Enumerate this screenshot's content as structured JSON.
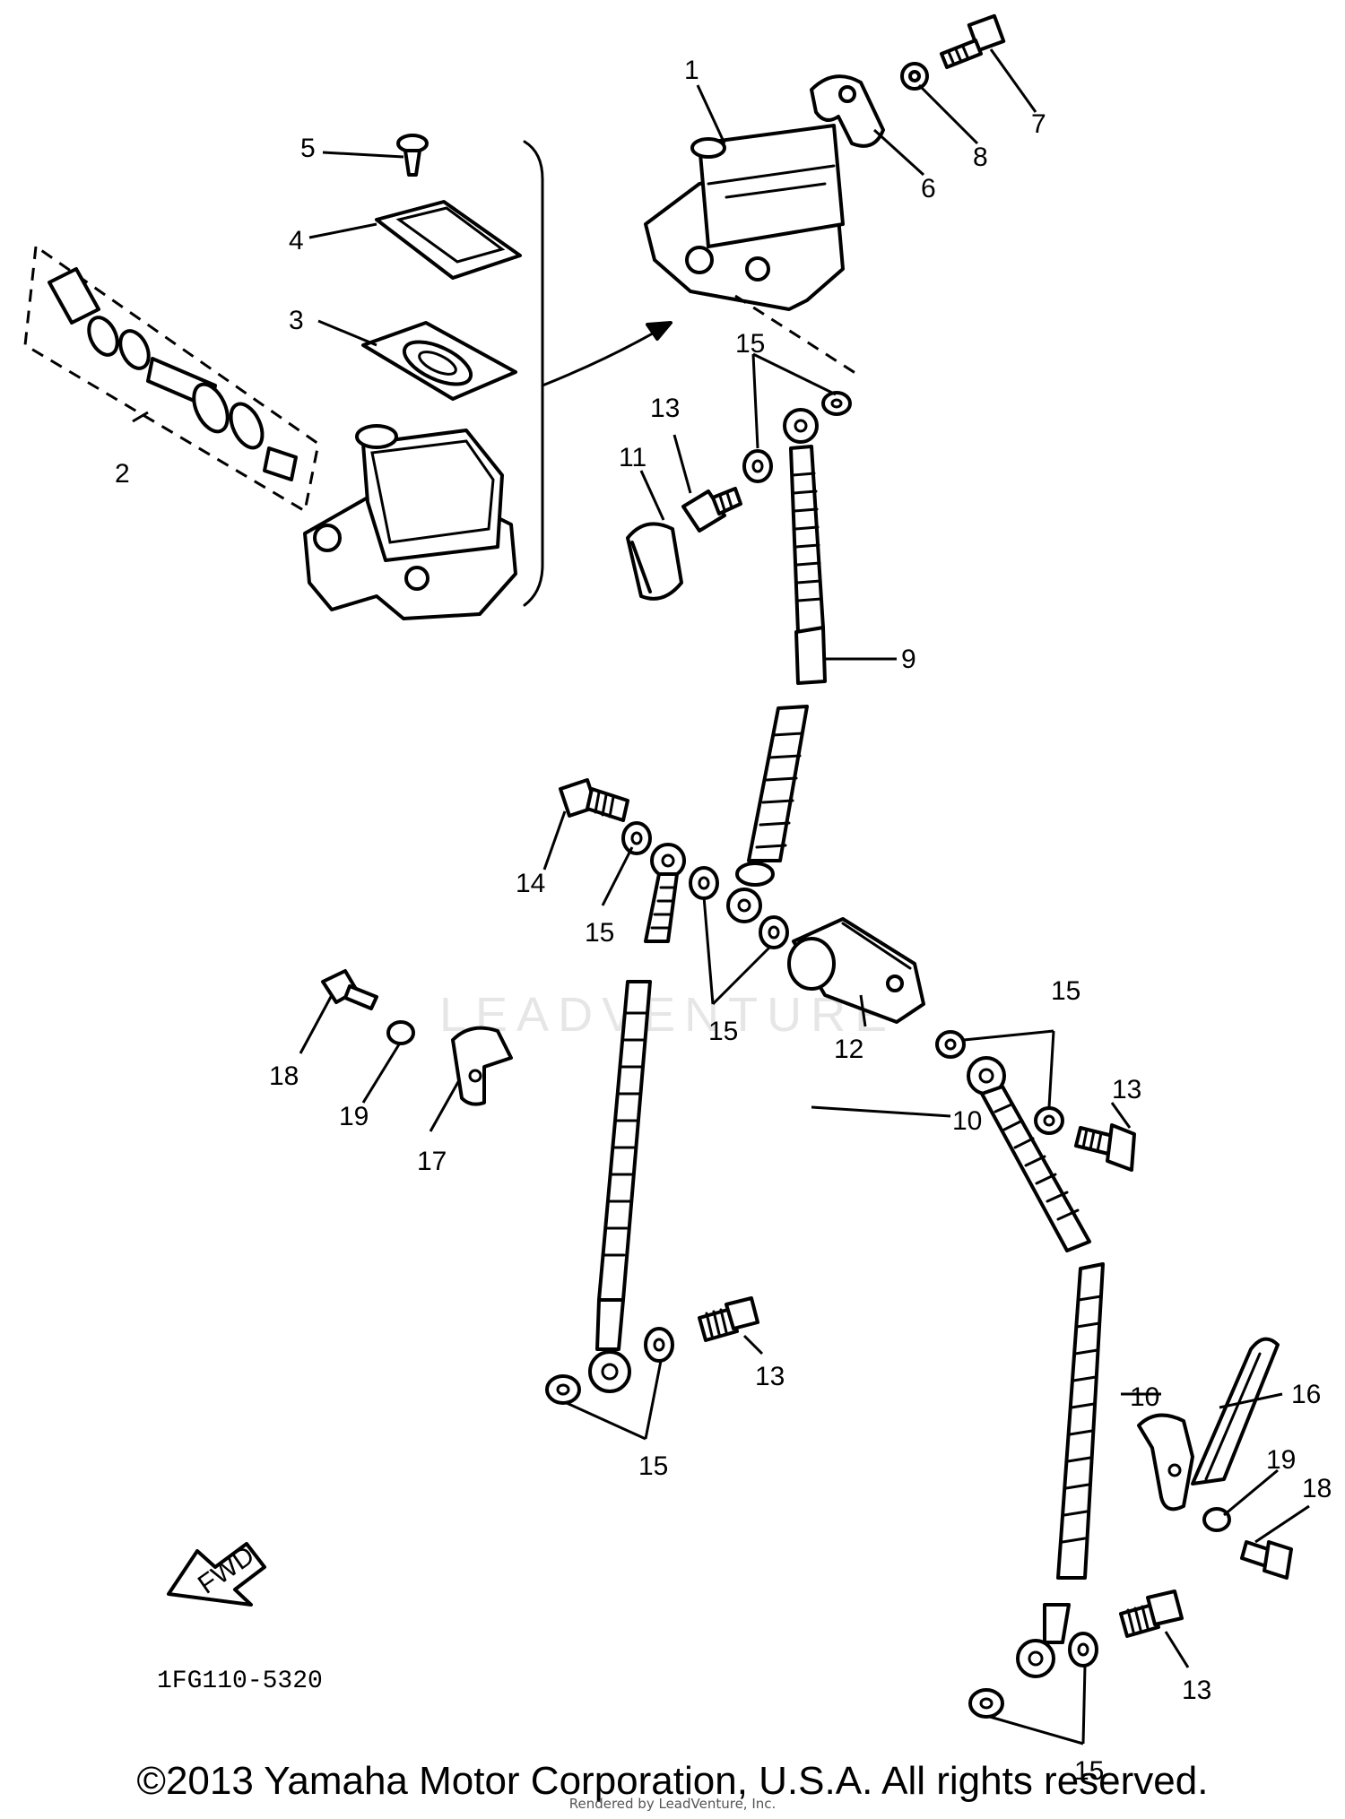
{
  "callouts": {
    "c1": "1",
    "c2": "2",
    "c3": "3",
    "c4": "4",
    "c5": "5",
    "c6": "6",
    "c7": "7",
    "c8": "8",
    "c9": "9",
    "c10a": "10",
    "c10b": "10",
    "c11": "11",
    "c12": "12",
    "c13a": "13",
    "c13b": "13",
    "c13c": "13",
    "c13d": "13",
    "c14": "14",
    "c15a": "15",
    "c15b": "15",
    "c15c": "15",
    "c15d": "15",
    "c15e": "15",
    "c15f": "15",
    "c16": "16",
    "c17": "17",
    "c18a": "18",
    "c18b": "18",
    "c19a": "19",
    "c19b": "19"
  },
  "fwd_label": "FWD",
  "diagram_code": "1FG110-5320",
  "watermark": "LEADVENTURE",
  "copyright": "©2013 Yamaha Motor Corporation, U.S.A. All rights reserved.",
  "rendered_by": "Rendered by LeadVenture, Inc."
}
